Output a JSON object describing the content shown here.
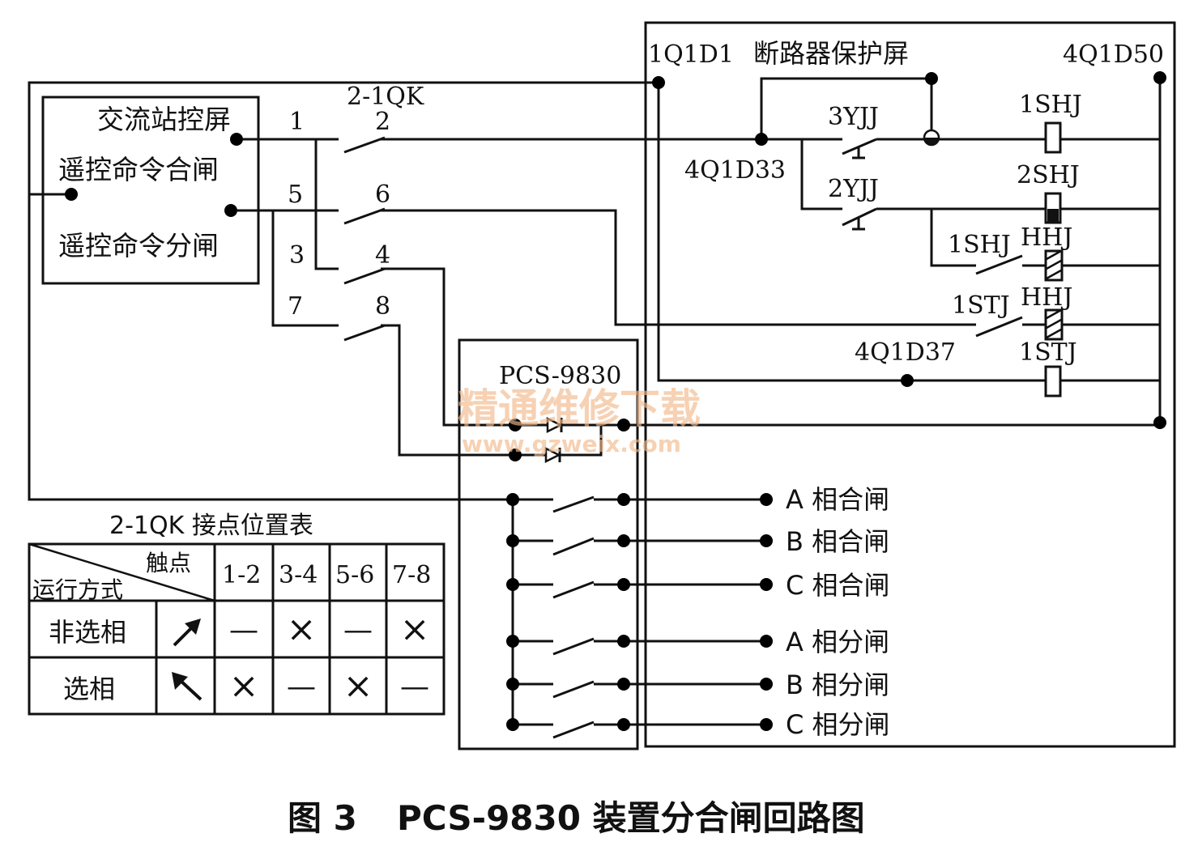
{
  "figure": {
    "caption_fig_no": "图 3",
    "caption_title": "PCS-9830 装置分合闸回路图"
  },
  "watermark": {
    "line1": "精通维修下载",
    "line2": "www.gzweix.com"
  },
  "ac_panel": {
    "title": "交流站控屏",
    "close_cmd": "遥控命令合闸",
    "open_cmd": "遥控命令分闸"
  },
  "switch": {
    "name": "2-1QK",
    "contacts": [
      "1",
      "2",
      "5",
      "6",
      "3",
      "4",
      "7",
      "8"
    ]
  },
  "breaker_panel": {
    "title": "断路器保护屏",
    "terminal_left": "1Q1D1",
    "terminal_right": "4Q1D50",
    "terminal_mid": "4Q1D33",
    "terminal_low": "4Q1D37",
    "relays": [
      "3YJJ",
      "2YJJ",
      "1SHJ",
      "2SHJ",
      "1SHJ",
      "HHJ",
      "1STJ",
      "HHJ",
      "1STJ"
    ]
  },
  "pcs": {
    "name": "PCS-9830",
    "outputs": [
      "A 相合闸",
      "B 相合闸",
      "C 相合闸",
      "A 相分闸",
      "B 相分闸",
      "C 相分闸"
    ]
  },
  "table": {
    "title": "2-1QK 接点位置表",
    "header_diag_top": "触点",
    "header_diag_bottom": "运行方式",
    "columns": [
      "1-2",
      "3-4",
      "5-6",
      "7-8"
    ],
    "rows": [
      {
        "label": "非选相",
        "icon": "arrow-up-right-icon",
        "cells": [
          "—",
          "×",
          "—",
          "×"
        ]
      },
      {
        "label": "选相",
        "icon": "arrow-up-left-icon",
        "cells": [
          "×",
          "—",
          "×",
          "—"
        ]
      }
    ]
  }
}
